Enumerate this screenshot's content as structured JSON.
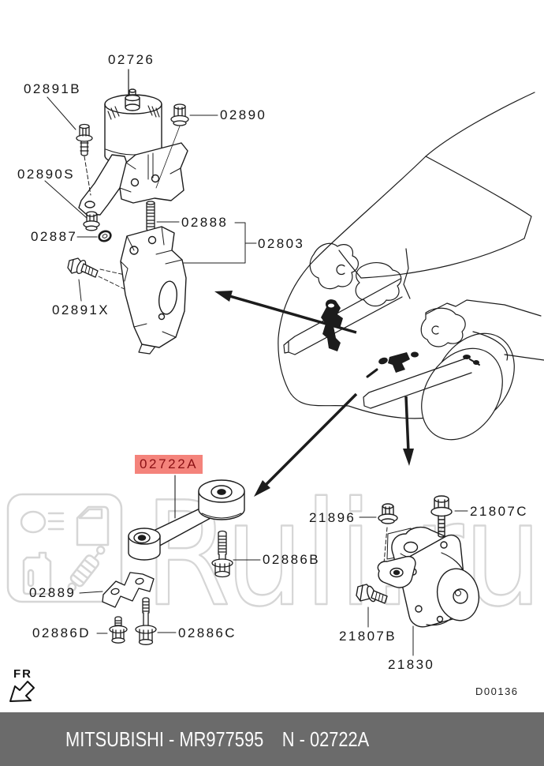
{
  "diagram": {
    "part_labels": {
      "02726": "02726",
      "02891B": "02891B",
      "02890": "02890",
      "02890S": "02890S",
      "02887": "02887",
      "02888": "02888",
      "02803": "02803",
      "02891X": "02891X",
      "02886B": "02886B",
      "02889": "02889",
      "02886D": "02886D",
      "02886C": "02886C",
      "21896": "21896",
      "21807C": "21807C",
      "21807B": "21807B",
      "21830": "21830"
    },
    "highlight": {
      "text": "02722A",
      "bg": "#F4837B",
      "fg": "#8B1014"
    },
    "front_marker": "FR",
    "drawing_code": "D00136",
    "watermark": {
      "text": "Ruli.ru",
      "color": "#D6D6D6"
    },
    "line_color": "#1C1C1C"
  },
  "footer": {
    "left_text": "MITSUBISHI - MR977595",
    "right_text": "N - 02722A",
    "bg_color": "#6B6B6B",
    "text_color": "#FCFCFC"
  }
}
